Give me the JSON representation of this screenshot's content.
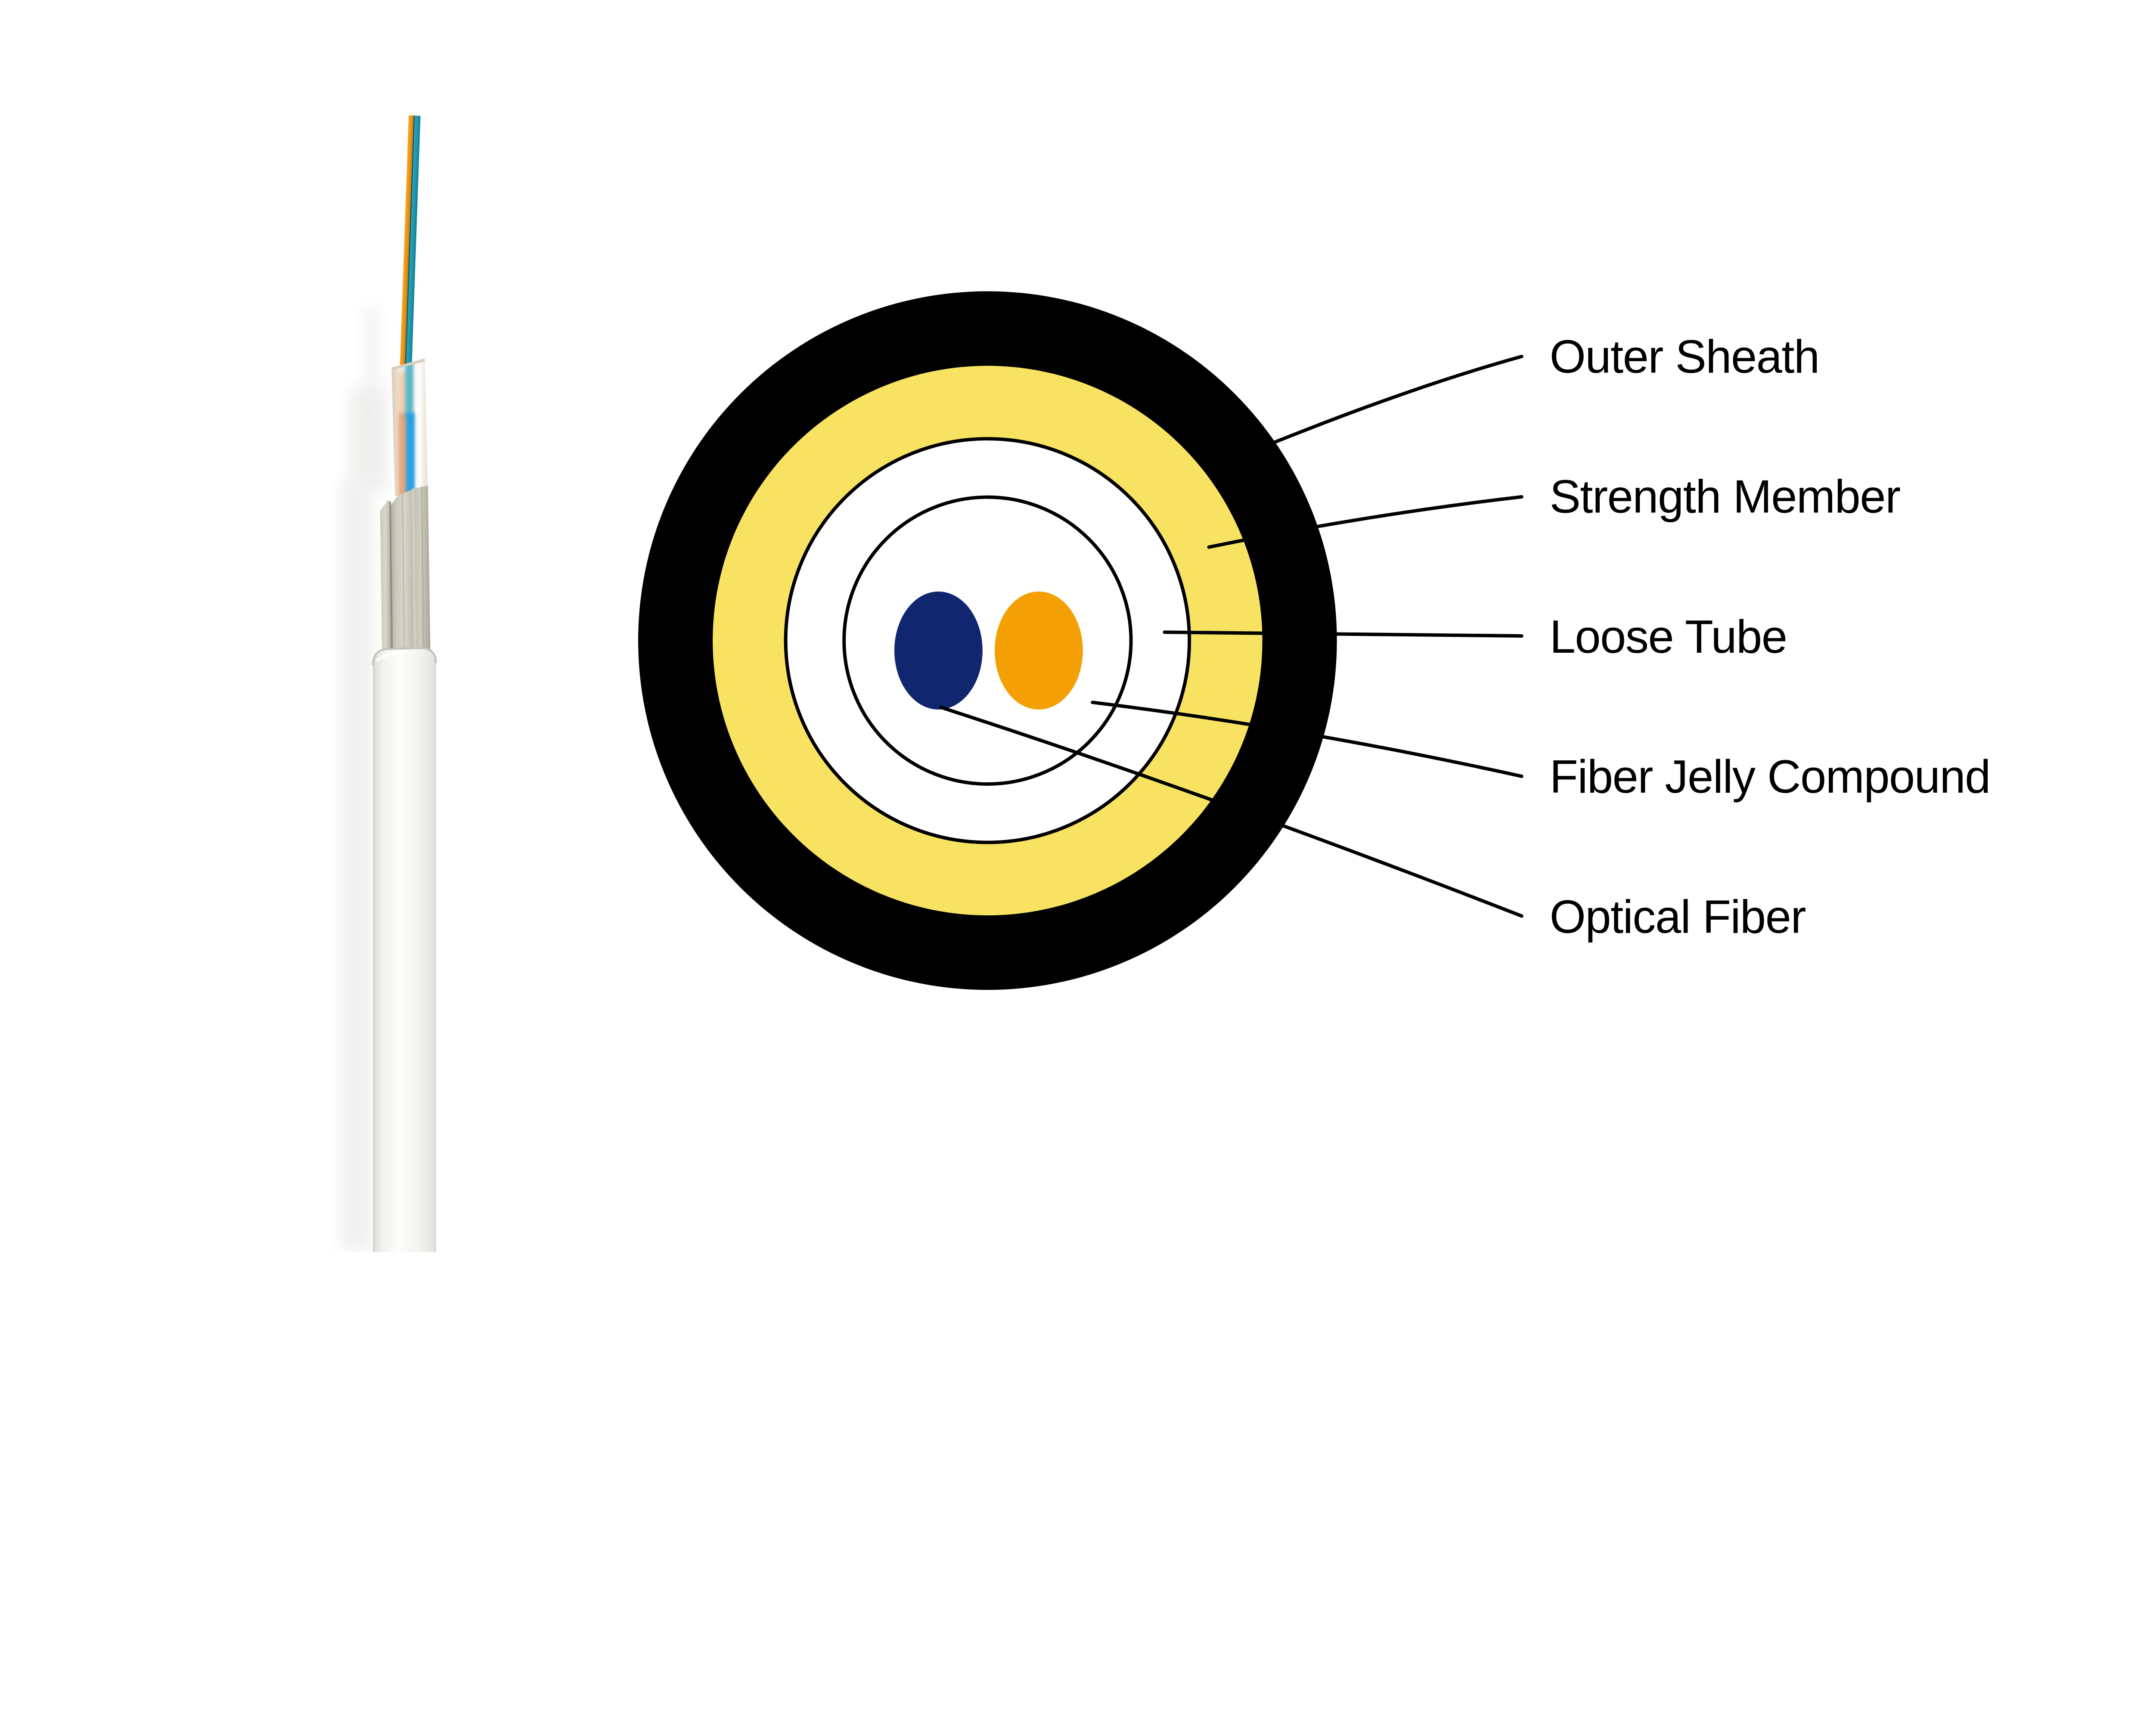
{
  "page": {
    "background": "#ffffff",
    "description_labels": {
      "outer_sheath": "Outer Sheath",
      "strength_member": "Strength Member",
      "loose_tube": "Loose Tube",
      "fiber_jelly_compound": "Fiber Jelly Compound",
      "optical_fiber": "Optical Fiber"
    }
  },
  "diagram": {
    "labels": [
      "Outer Sheath",
      "Strength Member",
      "Loose Tube",
      "Fiber Jelly Compound",
      "Optical Fiber"
    ],
    "colors": {
      "sheath_black": "#000000",
      "strength_yellow": "#F8E261",
      "tube_white": "#FFFFFF",
      "fiber_dot_blue": "#102770",
      "fiber_dot_orange": "#F4A004",
      "leader_line": "#000000",
      "label_text": "#000000"
    }
  },
  "photo": {
    "colors": {
      "fiber_strand_orange": "#EF930B",
      "fiber_strand_teal": "#1E95AC",
      "loose_tube_body": "#F2ECE2",
      "tube_blue_streak": "#2B9FE4",
      "tube_peach_streak": "#E7A67E",
      "strength_strands_gray": "#C4C2B4",
      "jacket_white": "#FDFDFB",
      "shadow_gray": "#EFEFEE"
    }
  }
}
